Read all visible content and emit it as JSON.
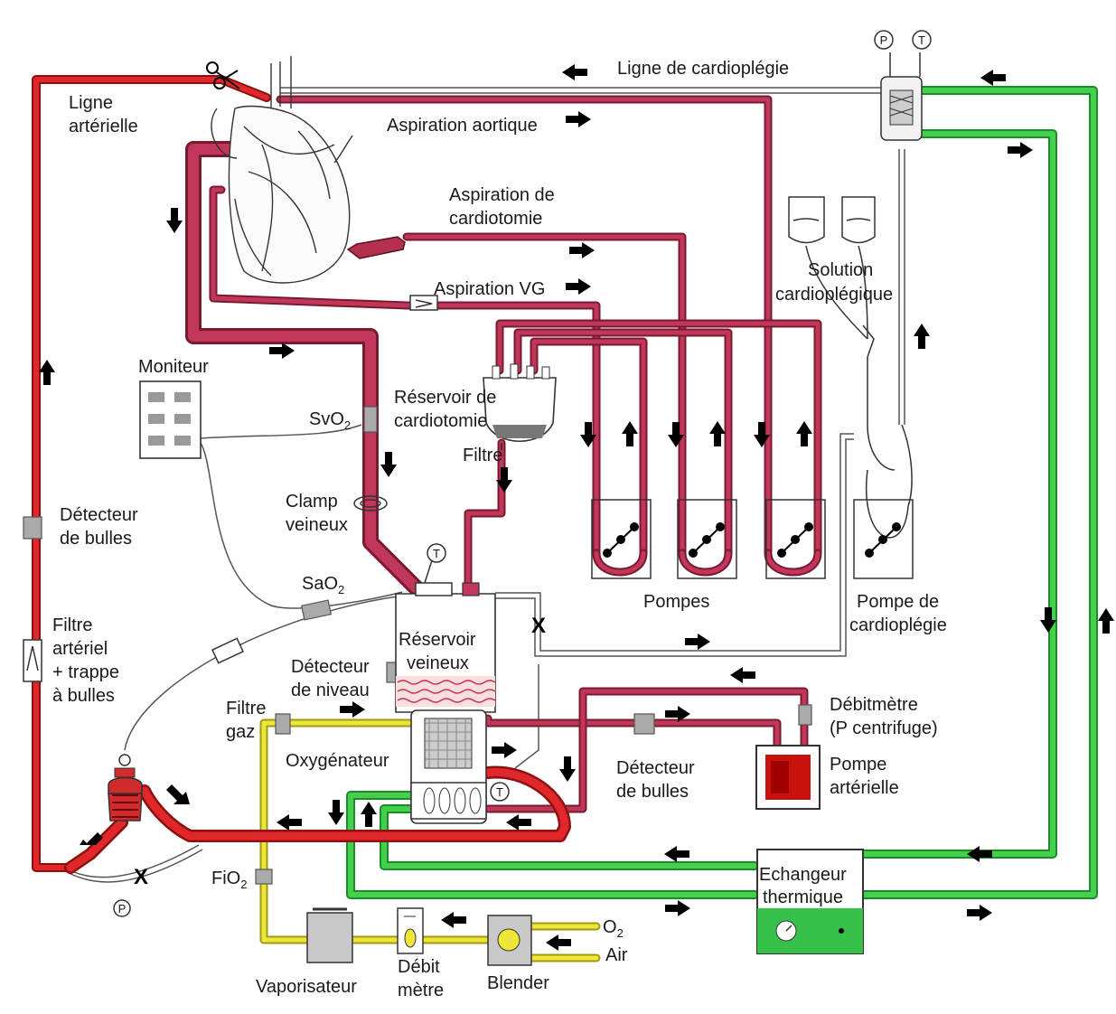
{
  "colors": {
    "arterial": "#d8252b",
    "venous": "#b3314f",
    "heat_exchange_water": "#2fbf3c",
    "gas_line": "#e8e32c",
    "device_gray": "#a8a8a8",
    "pump_red": "#c8120d"
  },
  "labels": {
    "ligne_arterielle_1": "Ligne",
    "ligne_arterielle_2": "artérielle",
    "ligne_cardioplegie": "Ligne de cardioplégie",
    "aspiration_aortique": "Aspiration aortique",
    "aspiration_cardiotomie_1": "Aspiration de",
    "aspiration_cardiotomie_2": "cardiotomie",
    "aspiration_vg": "Aspiration VG",
    "solution_1": "Solution",
    "solution_2": "cardioplégique",
    "moniteur": "Moniteur",
    "reservoir_cardio_1": "Réservoir de",
    "reservoir_cardio_2": "cardiotomie",
    "filtre": "Filtre",
    "svo2": "SvO",
    "svo2_sub": "2",
    "clamp_1": "Clamp",
    "clamp_2": "veineux",
    "detecteur_bulles_left_1": "Détecteur",
    "detecteur_bulles_left_2": "de bulles",
    "sao2": "SaO",
    "sao2_sub": "2",
    "pompes": "Pompes",
    "pompe_cardio_1": "Pompe de",
    "pompe_cardio_2": "cardioplégie",
    "filtre_arteriel_1": "Filtre",
    "filtre_arteriel_2": "artériel",
    "filtre_arteriel_3": "+ trappe",
    "filtre_arteriel_4": "à bulles",
    "reservoir_veineux_1": "Réservoir",
    "reservoir_veineux_2": "veineux",
    "detecteur_niveau_1": "Détecteur",
    "detecteur_niveau_2": "de niveau",
    "filtre_gaz_1": "Filtre",
    "filtre_gaz_2": "gaz",
    "oxygenateur": "Oxygénateur",
    "debitmetre_p_1": "Débitmètre",
    "debitmetre_p_2": "(P centrifuge)",
    "detecteur_bulles_mid_1": "Détecteur",
    "detecteur_bulles_mid_2": "de bulles",
    "pompe_arterielle_1": "Pompe",
    "pompe_arterielle_2": "artérielle",
    "fio2": "FiO",
    "fio2_sub": "2",
    "echangeur_1": "Echangeur",
    "echangeur_2": "thermique",
    "vaporisateur": "Vaporisateur",
    "debit_metre_1": "Débit",
    "debit_metre_2": "mètre",
    "blender": "Blender",
    "o2": "O",
    "o2_sub": "2",
    "air": "Air",
    "p_mark": "P",
    "t_mark": "T",
    "x_mark": "X"
  }
}
